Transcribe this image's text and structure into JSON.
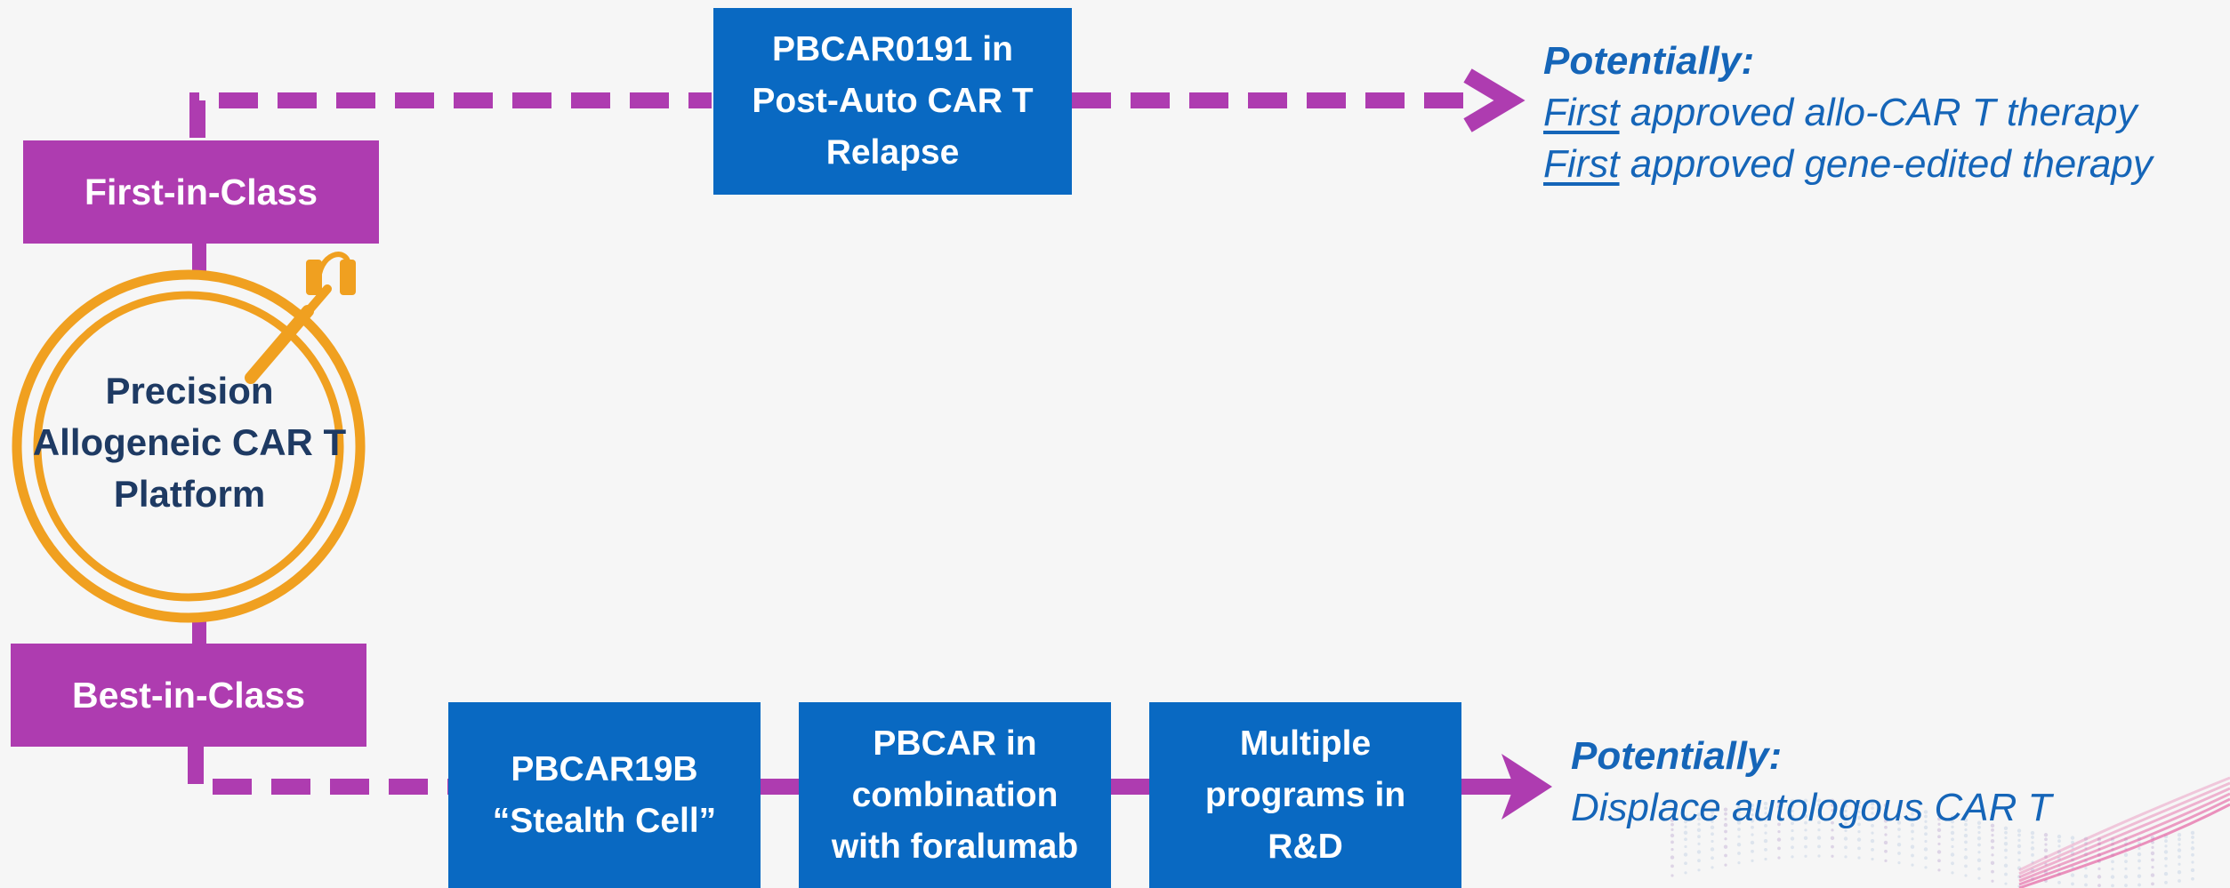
{
  "colors": {
    "purple": "#AE3CB0",
    "blue": "#0969C2",
    "orange": "#F0A020",
    "navy": "#1E3A63",
    "outcome": "#1565B8",
    "background": "#F6F6F6",
    "ribbon": "#E03C8C"
  },
  "first_in_class": {
    "label": "First-in-Class",
    "program": "PBCAR0191 in\nPost-Auto CAR T\nRelapse",
    "outcome": {
      "heading": "Potentially:",
      "lines": [
        {
          "emph": "First",
          "rest": " approved allo-CAR T therapy"
        },
        {
          "emph": "First",
          "rest": " approved gene-edited therapy"
        }
      ]
    }
  },
  "platform": {
    "label": "Precision\nAllogeneic CAR T\nPlatform",
    "icon": "gene-editing-tool-icon"
  },
  "best_in_class": {
    "label": "Best-in-Class",
    "programs": [
      "PBCAR19B\n“Stealth Cell”",
      "PBCAR in\ncombination\nwith foralumab",
      "Multiple\nprograms in\nR&D"
    ],
    "outcome": {
      "heading": "Potentially:",
      "lines": [
        {
          "emph": "",
          "rest": "Displace autologous CAR T"
        }
      ]
    }
  }
}
